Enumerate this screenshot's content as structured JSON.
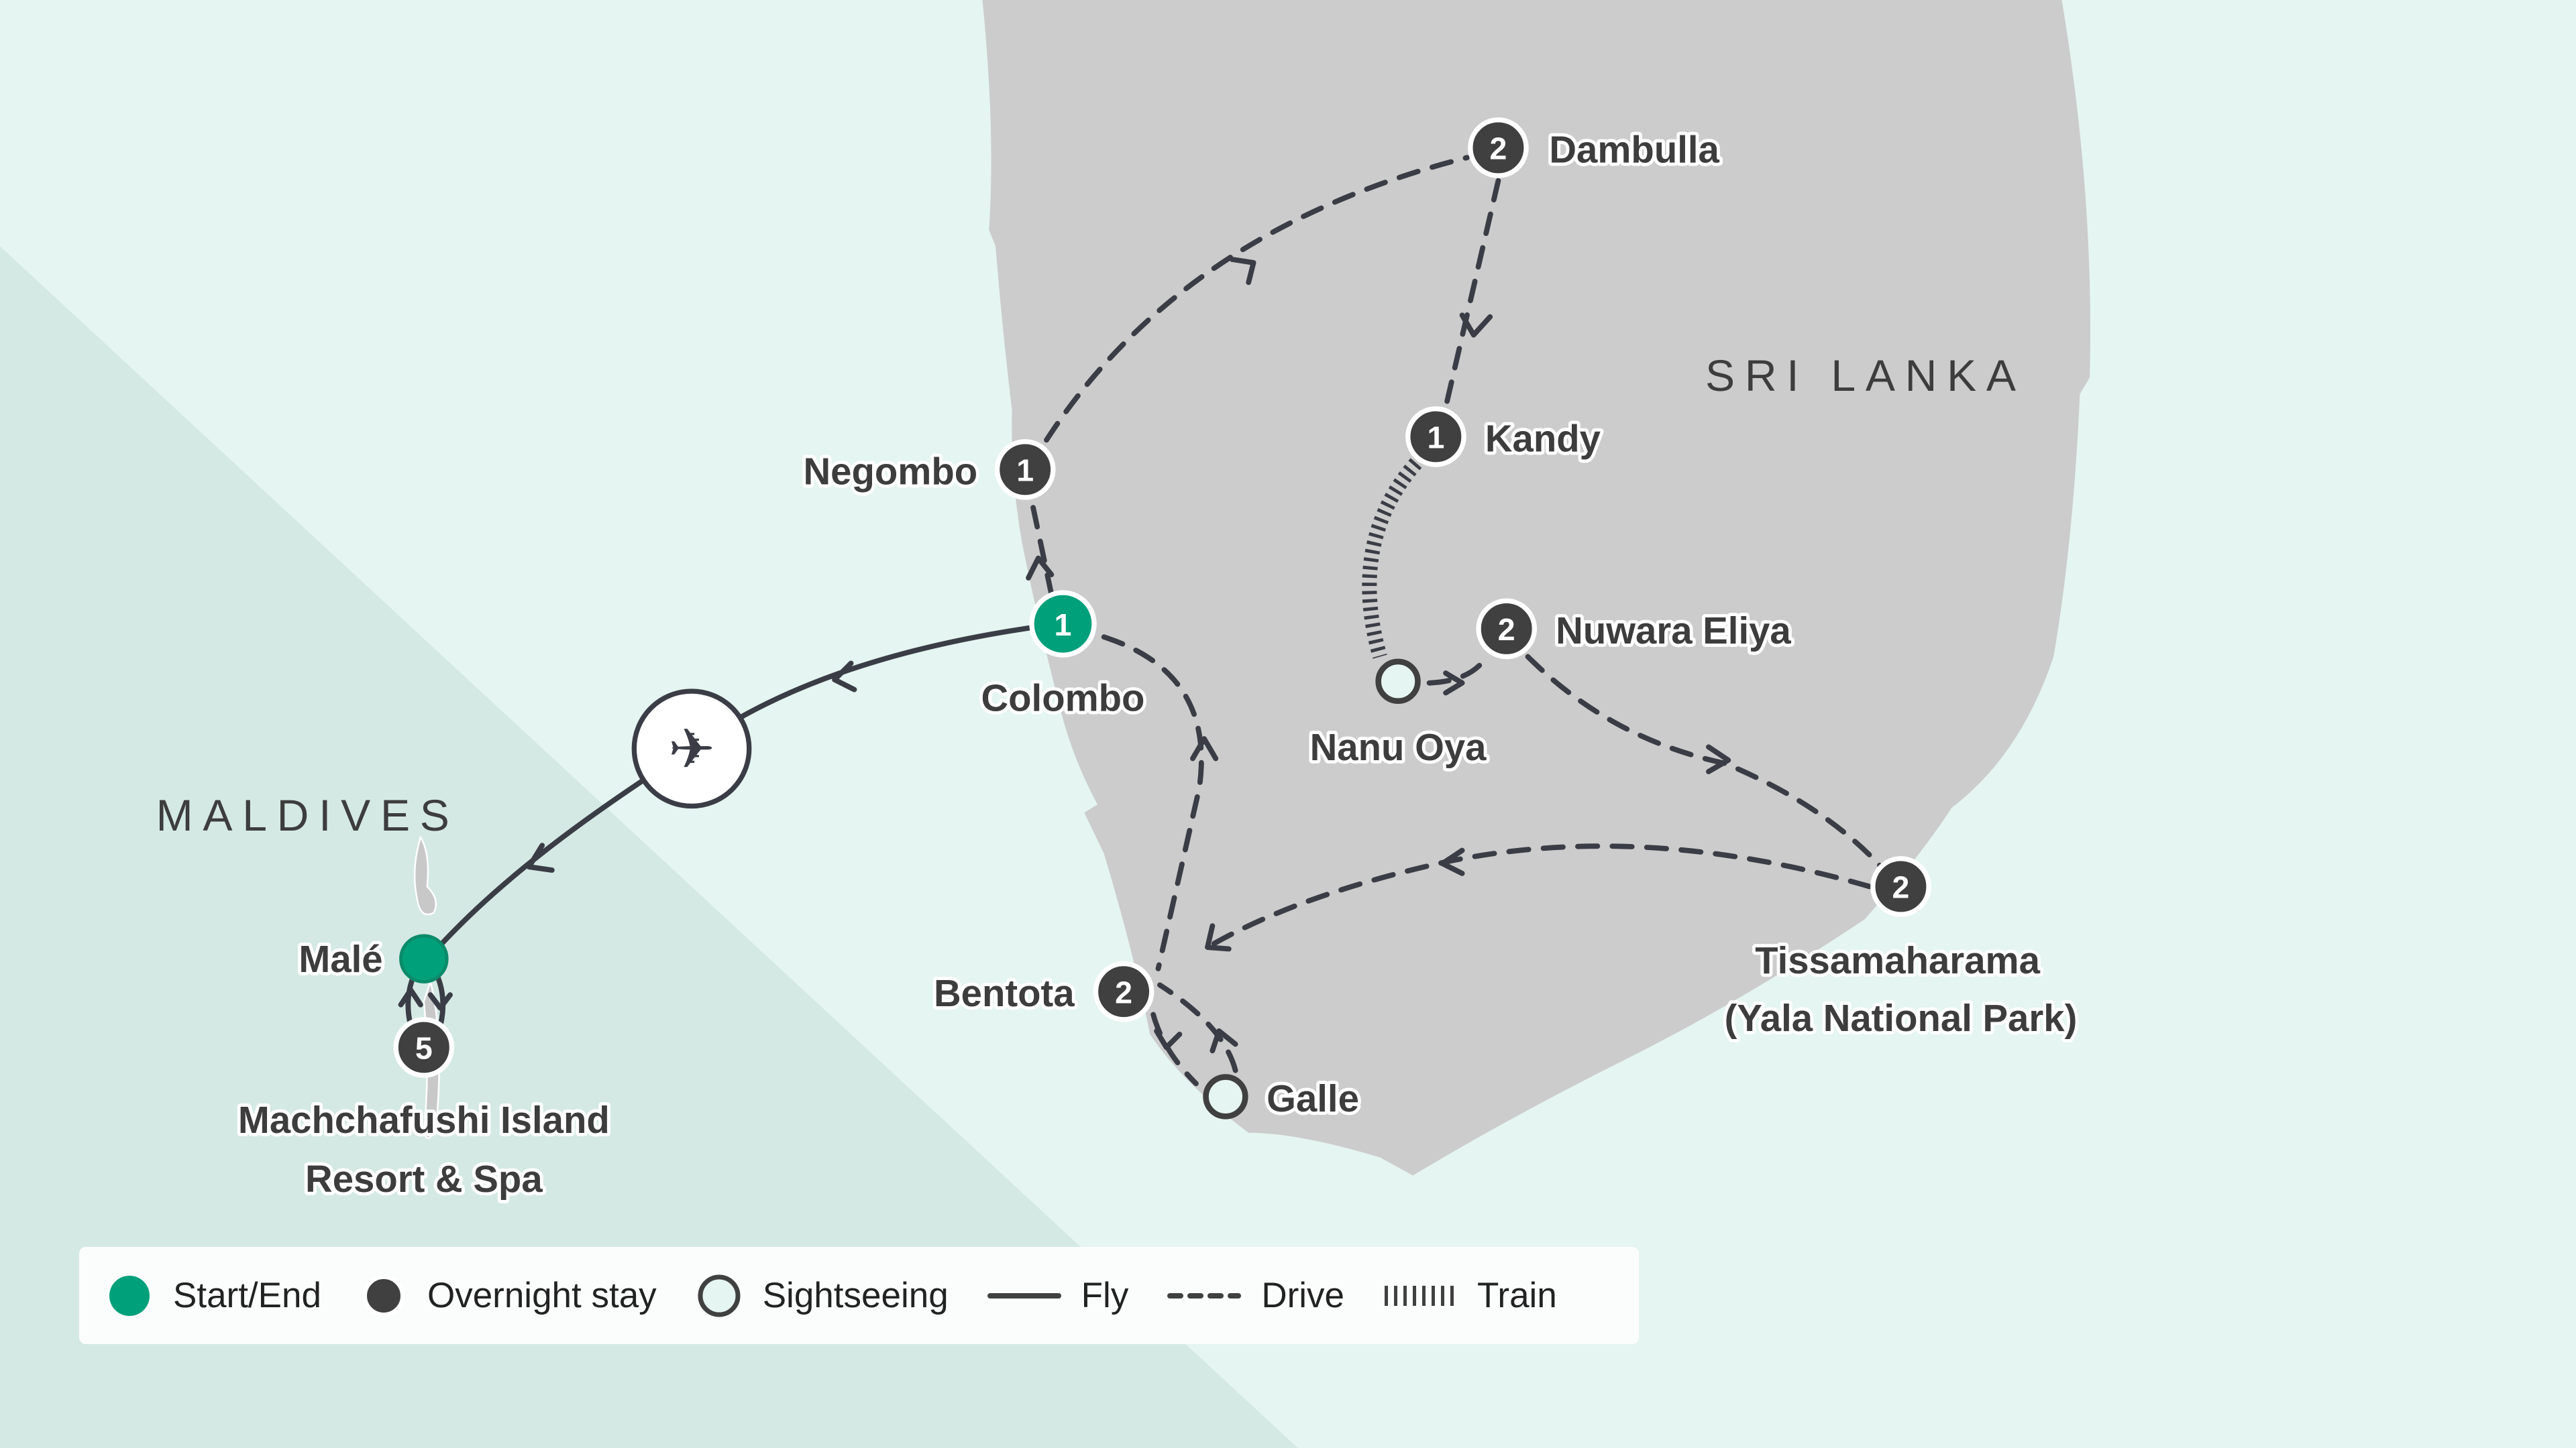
{
  "countries": {
    "sri_lanka": "SRI LANKA",
    "maldives": "MALDIVES"
  },
  "places": [
    {
      "name": "Dambulla",
      "nights": "2",
      "type": "overnight"
    },
    {
      "name": "Kandy",
      "nights": "1",
      "type": "overnight"
    },
    {
      "name": "Negombo",
      "nights": "1",
      "type": "overnight"
    },
    {
      "name": "Colombo",
      "nights": "1",
      "type": "start-end"
    },
    {
      "name": "Nuwara Eliya",
      "nights": "2",
      "type": "overnight"
    },
    {
      "name": "Nanu Oya",
      "type": "sightseeing"
    },
    {
      "name": "Tissamaharama",
      "name_line2": "(Yala National Park)",
      "nights": "2",
      "type": "overnight"
    },
    {
      "name": "Bentota",
      "nights": "2",
      "type": "overnight"
    },
    {
      "name": "Galle",
      "type": "sightseeing"
    },
    {
      "name": "Malé",
      "type": "start-end"
    },
    {
      "name": "Machchafushi Island",
      "name_line2": "Resort & Spa",
      "nights": "5",
      "type": "overnight"
    }
  ],
  "legend": {
    "start_end": "Start/End",
    "overnight": "Overnight stay",
    "sightseeing": "Sightseeing",
    "fly": "Fly",
    "drive": "Drive",
    "train": "Train"
  },
  "colors": {
    "green": "#00a07a",
    "dark": "#404040",
    "land": "#cccccc",
    "sea": "#e5f5f1"
  }
}
